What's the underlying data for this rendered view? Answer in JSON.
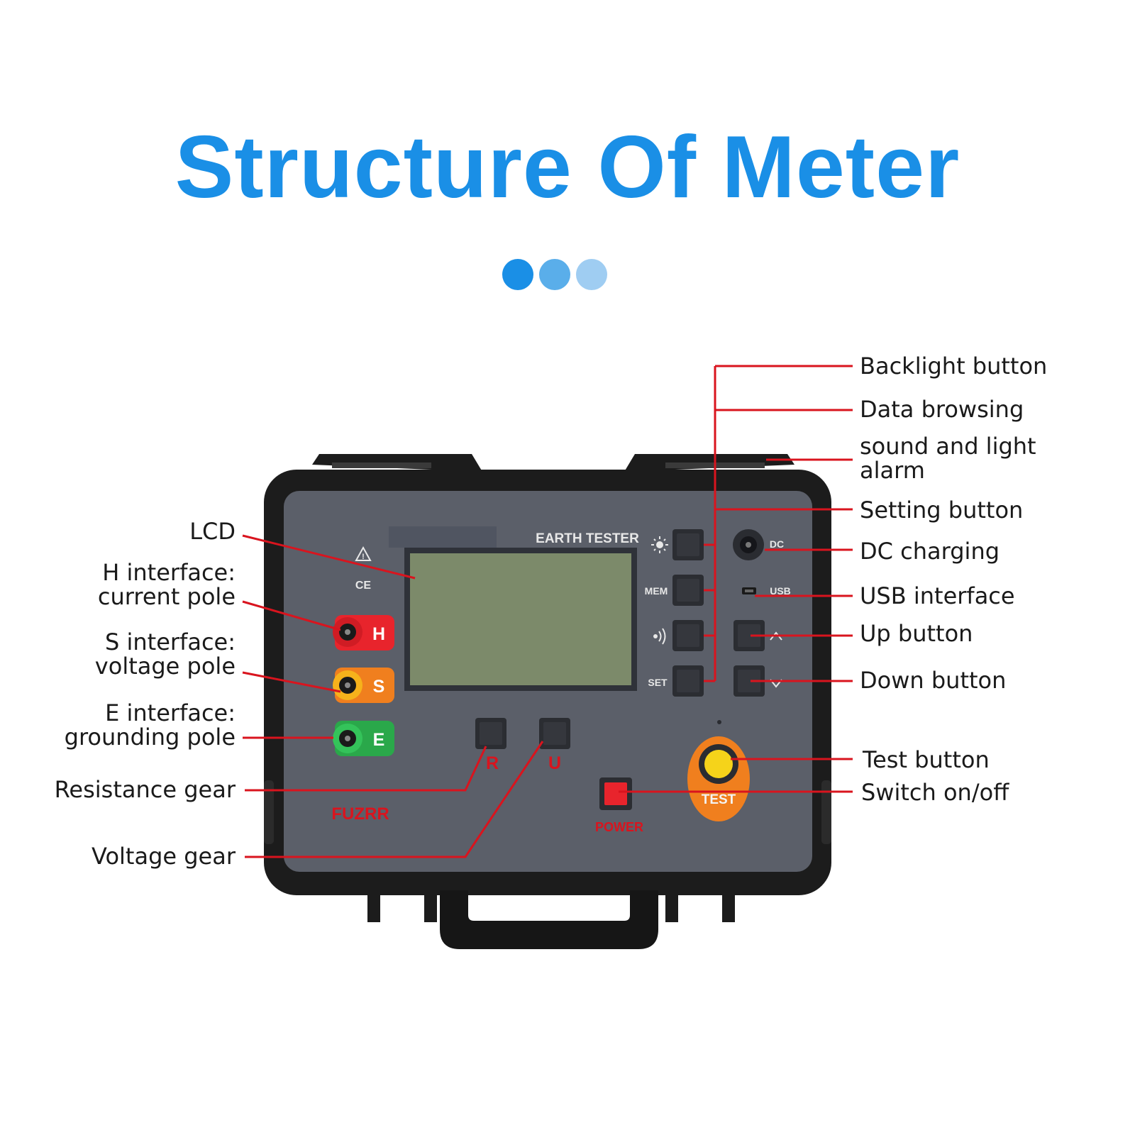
{
  "title": "Structure Of Meter",
  "colors": {
    "title": "#1a8fe6",
    "dots": [
      "#1a8fe6",
      "#5aaeea",
      "#9fcdf2"
    ],
    "leader": "#d9141e",
    "panel": "#5b5f69",
    "case": "#1c1c1c",
    "lcd": "#7c8a6a"
  },
  "device": {
    "model": "EARTH TESTER",
    "brand": "FUZRR",
    "terminals": [
      {
        "letter": "H",
        "color": "#e8242c"
      },
      {
        "letter": "S",
        "color": "#f07f1e"
      },
      {
        "letter": "E",
        "color": "#2aa84a"
      }
    ],
    "left_keys": [
      "MEM",
      "SET"
    ],
    "port_labels": [
      "DC",
      "USB"
    ],
    "gear_labels": [
      "R",
      "U"
    ],
    "power_label": "POWER",
    "test_label": "TEST",
    "icons": [
      "backlight-icon",
      "sound-icon",
      "up-arrow-icon",
      "down-arrow-icon",
      "warning-icon",
      "ce-mark-icon"
    ]
  },
  "callouts_left": [
    {
      "id": "lcd",
      "text": "LCD"
    },
    {
      "id": "h",
      "text": "H interface:\ncurrent pole"
    },
    {
      "id": "s",
      "text": "S interface:\nvoltage pole"
    },
    {
      "id": "e",
      "text": "E interface:\ngrounding pole"
    },
    {
      "id": "resistance",
      "text": "Resistance gear"
    },
    {
      "id": "voltage",
      "text": "Voltage gear"
    }
  ],
  "callouts_right": [
    {
      "id": "backlight",
      "text": "Backlight button"
    },
    {
      "id": "databrowse",
      "text": "Data browsing"
    },
    {
      "id": "alarm",
      "text": "sound and light\nalarm"
    },
    {
      "id": "setting",
      "text": "Setting button"
    },
    {
      "id": "dc",
      "text": "DC charging"
    },
    {
      "id": "usb",
      "text": "USB interface"
    },
    {
      "id": "up",
      "text": "Up button"
    },
    {
      "id": "down",
      "text": "Down button"
    },
    {
      "id": "test",
      "text": "Test button"
    },
    {
      "id": "switch",
      "text": "Switch on/off"
    }
  ]
}
